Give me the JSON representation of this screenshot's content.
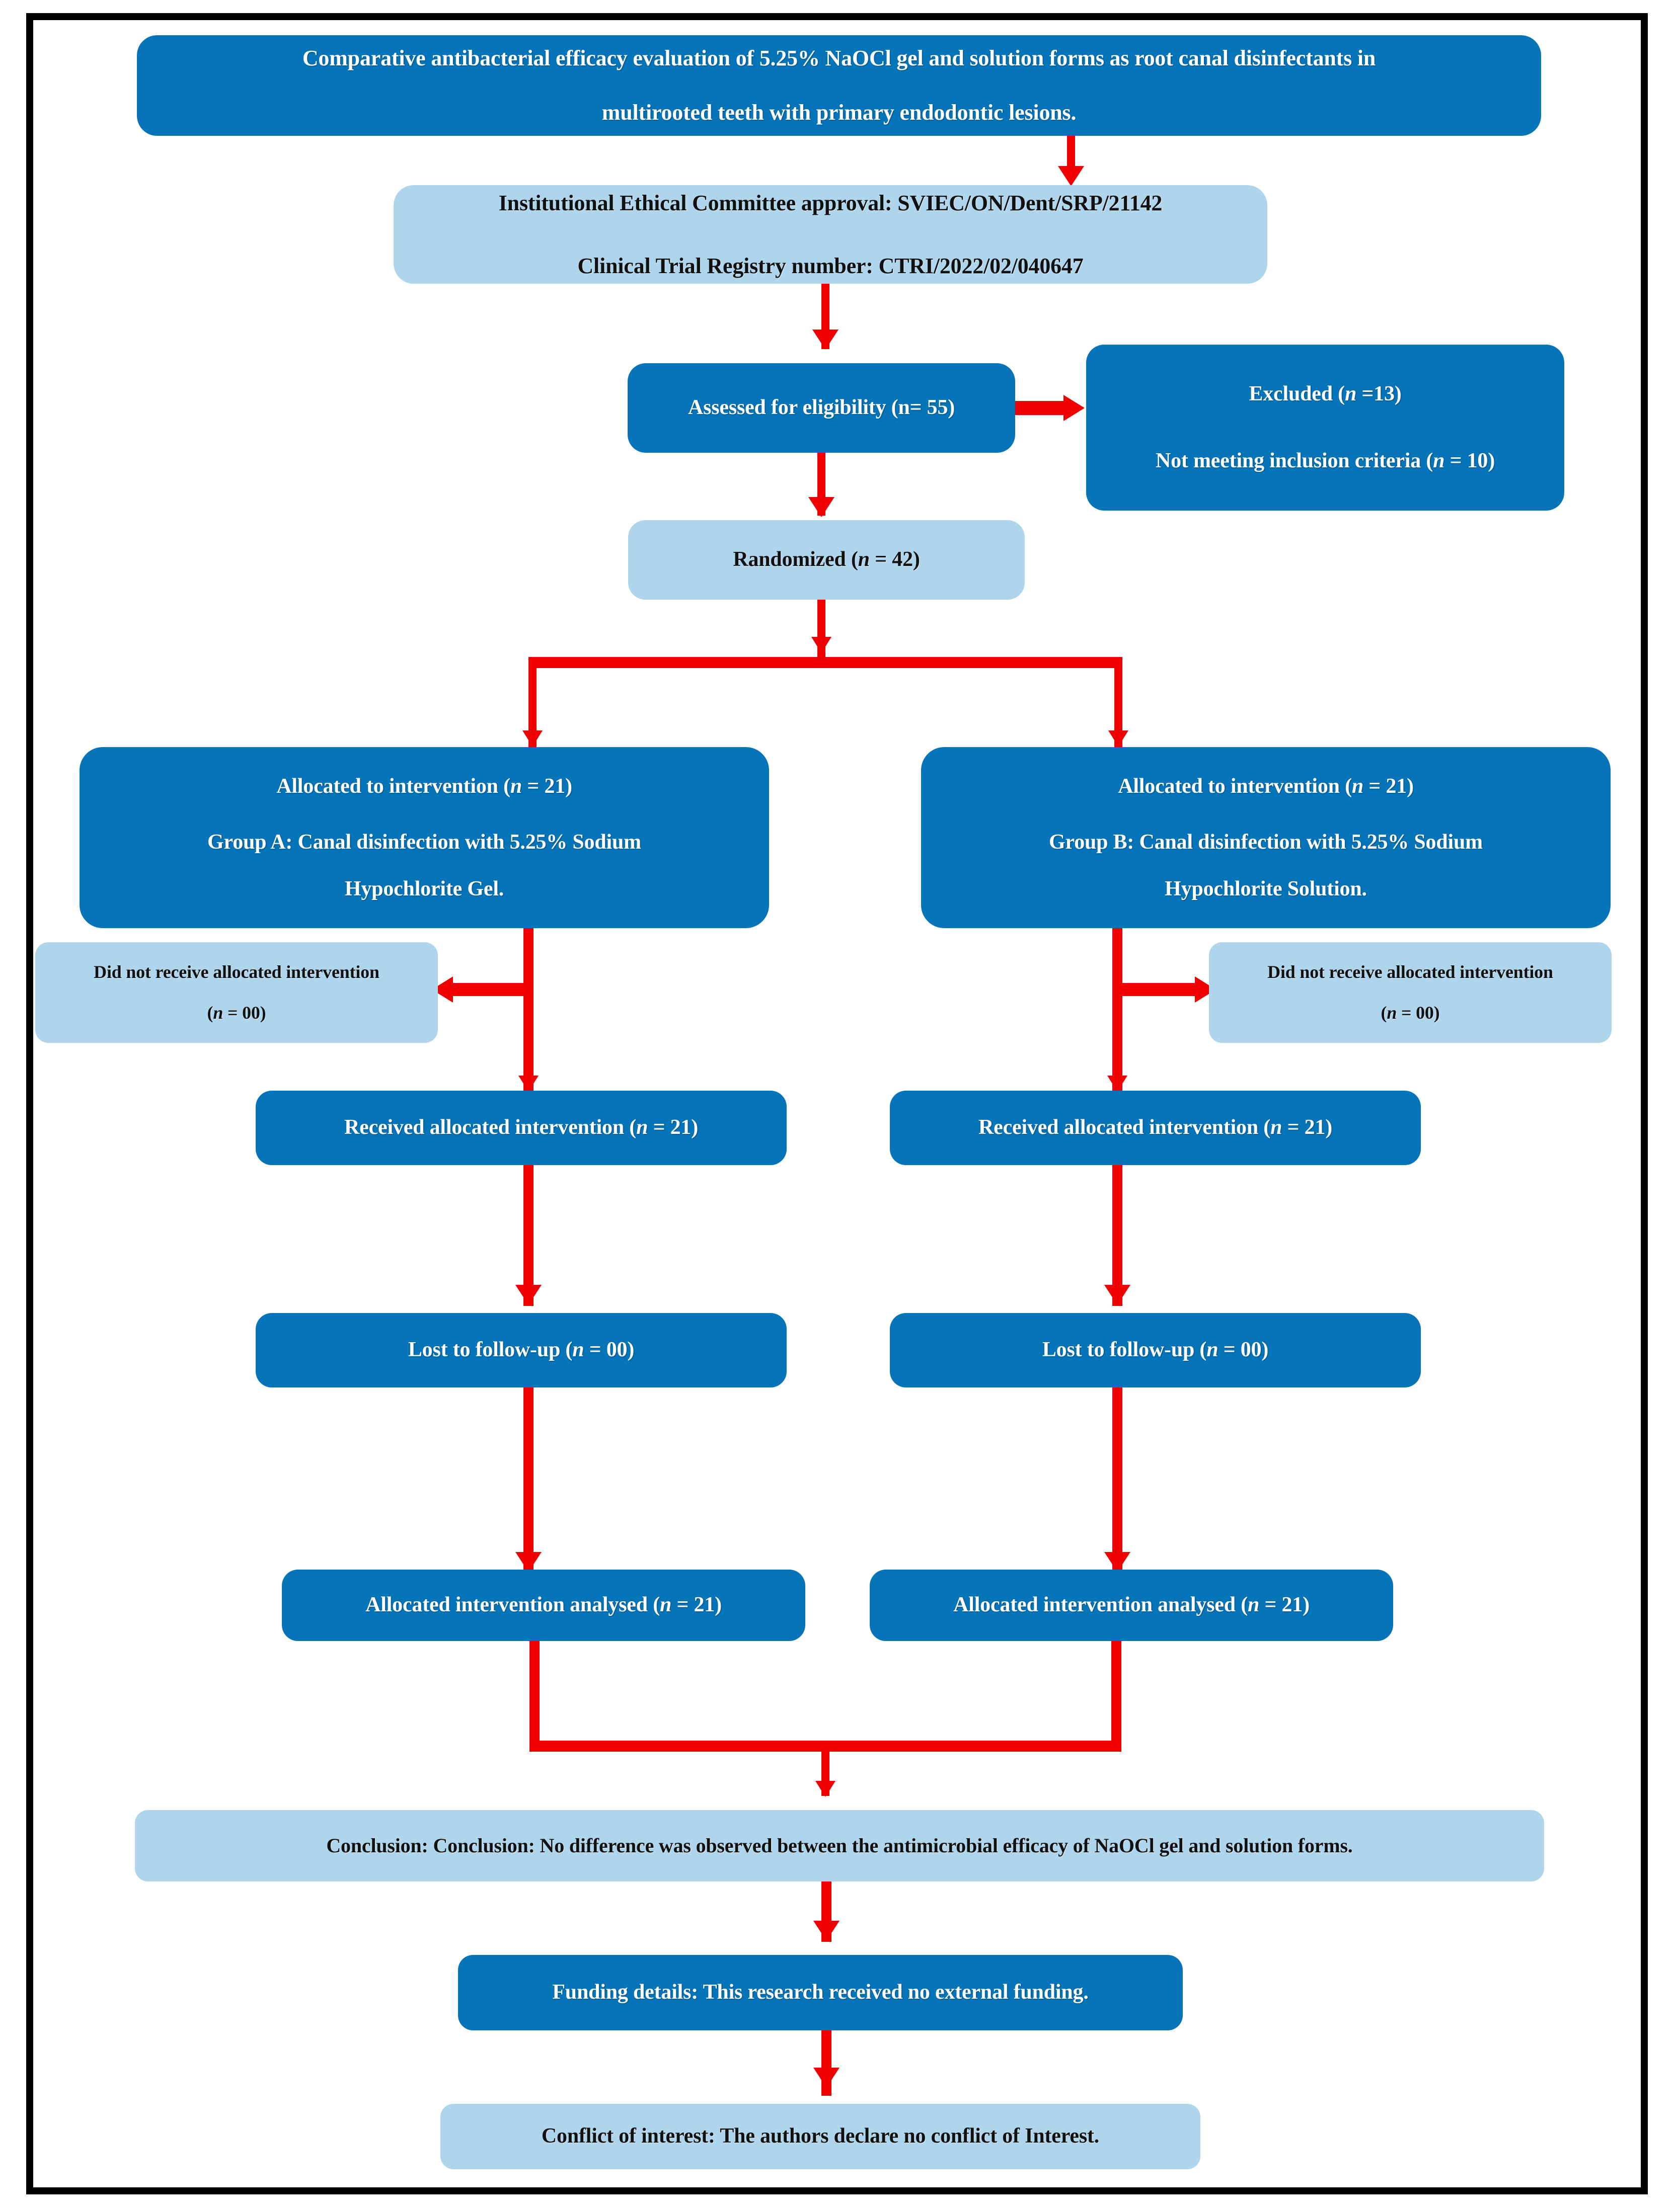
{
  "diagram": {
    "type": "consort-flow-diagram",
    "colors": {
      "dark_blue": "#0574B9",
      "light_blue": "#AED5EC",
      "arrow_red": "#F00000",
      "frame_black": "#000000",
      "dark_text": "#111111",
      "light_text": "#FFFFFF"
    },
    "nodes": {
      "title": {
        "style": "dark",
        "line1": "Comparative antibacterial efficacy evaluation of 5.25% NaOCl gel and solution forms as root canal disinfectants in",
        "line2": "multirooted teeth with primary endodontic lesions."
      },
      "approval": {
        "style": "light",
        "line1": "Institutional Ethical Committee approval: SVIEC/ON/Dent/SRP/21142",
        "line2": "Clinical Trial Registry number: CTRI/2022/02/040647"
      },
      "eligibility": {
        "style": "dark",
        "line1": "Assessed for eligibility (n= 55)"
      },
      "excluded": {
        "style": "dark",
        "line1": "Excluded (n =13)",
        "line2": "Not meeting inclusion criteria (n = 10)"
      },
      "randomized": {
        "style": "light",
        "line1": "Randomized (n = 42)"
      },
      "allocated_left": {
        "style": "dark",
        "line1": "Allocated to intervention (n = 21)",
        "line2": "Group A: Canal disinfection with 5.25% Sodium",
        "line3": "Hypochlorite Gel."
      },
      "allocated_right": {
        "style": "dark",
        "line1": "Allocated to intervention (n = 21)",
        "line2": "Group B: Canal disinfection with 5.25% Sodium",
        "line3": "Hypochlorite Solution."
      },
      "notreceived_left": {
        "style": "light",
        "line1": "Did not receive allocated intervention",
        "line2": "(n = 00)"
      },
      "notreceived_right": {
        "style": "light",
        "line1": "Did not receive allocated intervention",
        "line2": "(n = 00)"
      },
      "received_left": {
        "style": "dark",
        "line1": "Received allocated intervention (n = 21)"
      },
      "received_right": {
        "style": "dark",
        "line1": "Received allocated intervention (n = 21)"
      },
      "lost_left": {
        "style": "dark",
        "line1": "Lost to follow-up (n = 00)"
      },
      "lost_right": {
        "style": "dark",
        "line1": "Lost to follow-up (n = 00)"
      },
      "analysed_left": {
        "style": "dark",
        "line1": "Allocated intervention analysed (n = 21)"
      },
      "analysed_right": {
        "style": "dark",
        "line1": "Allocated intervention analysed (n = 21)"
      },
      "conclusion": {
        "style": "light",
        "line1": "Conclusion: Conclusion: No difference was observed between the antimicrobial efficacy of NaOCl gel and solution forms."
      },
      "funding": {
        "style": "dark",
        "line1": "Funding details: This research received no external funding."
      },
      "conflict": {
        "style": "light",
        "line1": "Conflict of interest: The authors declare no conflict of Interest."
      }
    }
  }
}
